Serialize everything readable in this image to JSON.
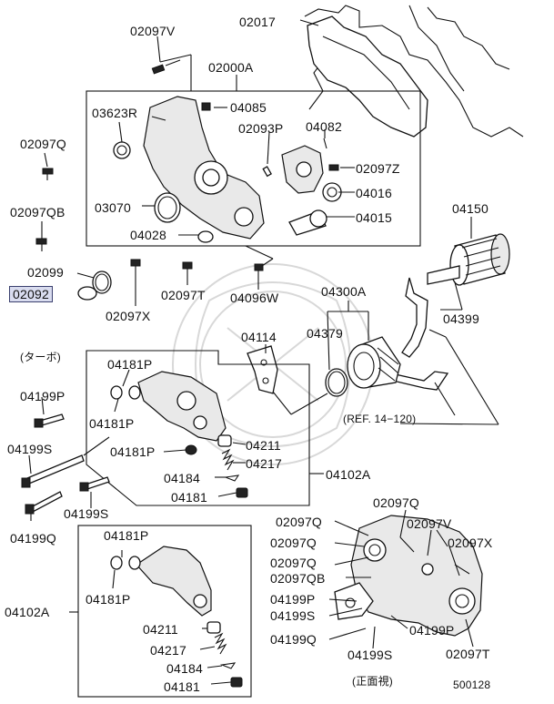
{
  "labels": {
    "p02017": "02017",
    "p02097V_top": "02097V",
    "p02000A": "02000A",
    "p03623R": "03623R",
    "p04085": "04085",
    "p02093P": "02093P",
    "p04082": "04082",
    "p02097Q_left": "02097Q",
    "p02097Z": "02097Z",
    "p04016": "04016",
    "p03070": "03070",
    "p04015": "04015",
    "p02097QB_left": "02097QB",
    "p04028": "04028",
    "p04150": "04150",
    "p02099": "02099",
    "p02092": "02092",
    "p02097T_mid": "02097T",
    "p04096W": "04096W",
    "p04300A": "04300A",
    "p02097X_mid": "02097X",
    "p04399": "04399",
    "p04379": "04379",
    "p04114": "04114",
    "turbo": "(ターボ)",
    "p04181P_a": "04181P",
    "p04199P_a": "04199P",
    "p04181P_b": "04181P",
    "ref": "(REF. 14−120)",
    "p04199S_a": "04199S",
    "p04181P_c": "04181P",
    "p04211_a": "04211",
    "p04217_a": "04217",
    "p04184_a": "04184",
    "p04102A_a": "04102A",
    "p04181_a": "04181",
    "p04199S_b": "04199S",
    "p04199Q_a": "04199Q",
    "p02097Q_r1": "02097Q",
    "p02097Q_r2": "02097Q",
    "p02097V_r": "02097V",
    "p02097Q_r3": "02097Q",
    "p02097X_r": "02097X",
    "p04181P_d": "04181P",
    "p02097Q_r4": "02097Q",
    "p02097QB_r": "02097QB",
    "p04181P_e": "04181P",
    "p04102A_b": "04102A",
    "p04199P_r": "04199P",
    "p04199S_r": "04199S",
    "p04199P_r2": "04199P",
    "p04211_b": "04211",
    "p04199Q_r": "04199Q",
    "p04199S_r2": "04199S",
    "p02097T_r": "02097T",
    "p04217_b": "04217",
    "p04184_b": "04184",
    "p04181_b": "04181",
    "front_view": "(正面視)",
    "code": "500128"
  },
  "colors": {
    "line": "#111111",
    "highlight": "#d9dcef",
    "watermark": "#d8d8d8"
  }
}
